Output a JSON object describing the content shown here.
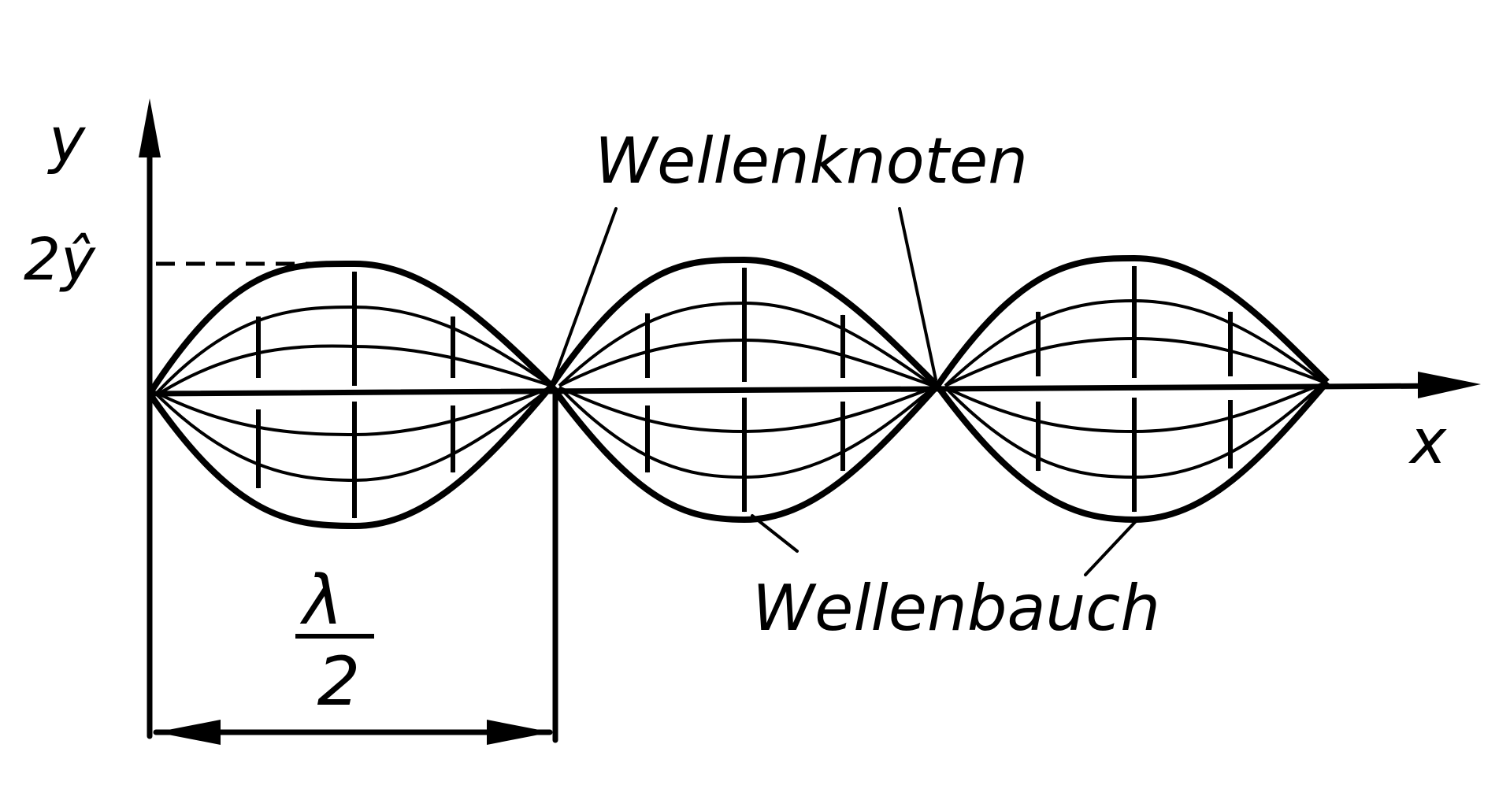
{
  "axes": {
    "y_label": "y",
    "x_label": "x",
    "amplitude_label": "2ŷ"
  },
  "annotations": {
    "node_label": "Wellenknoten",
    "antinode_label": "Wellenbauch",
    "half_wavelength": {
      "numerator": "λ",
      "denominator": "2"
    }
  }
}
